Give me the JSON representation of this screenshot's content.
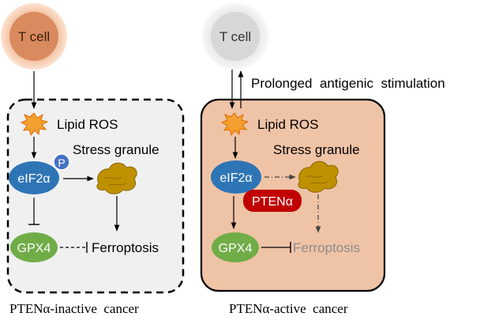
{
  "left_panel": {
    "cell_label": "T cell",
    "ros_label": "Lipid ROS",
    "granule_label": "Stress granule",
    "eif_label": "eIF2α",
    "phospho_label": "P",
    "gpx_label": "GPX4",
    "ferro_label": "Ferroptosis",
    "caption": "PTENα-inactive  cancer"
  },
  "right_panel": {
    "cell_label": "T cell",
    "stim_label": "Prolonged  antigenic  stimulation",
    "ros_label": "Lipid ROS",
    "granule_label": "Stress granule",
    "eif_label": "eIF2α",
    "pten_label": "PTENα",
    "gpx_label": "GPX4",
    "ferro_label": "Ferroptosis",
    "caption": "PTENα-active  cancer"
  },
  "colors": {
    "tcell_active_fill": "#d98b5f",
    "tcell_active_glow": "#f3c9a8",
    "tcell_inactive_fill": "#d7d7d7",
    "tcell_inactive_glow": "#eeeeee",
    "left_box_fill": "#f0f0f0",
    "right_box_fill": "#efc3a6",
    "eif_fill": "#2e75b6",
    "gpx_fill": "#70ad47",
    "pten_fill": "#c00000",
    "granule_fill": "#bf9000",
    "ros_fill": "#f4a030",
    "faded_text": "#8c8c8c"
  }
}
